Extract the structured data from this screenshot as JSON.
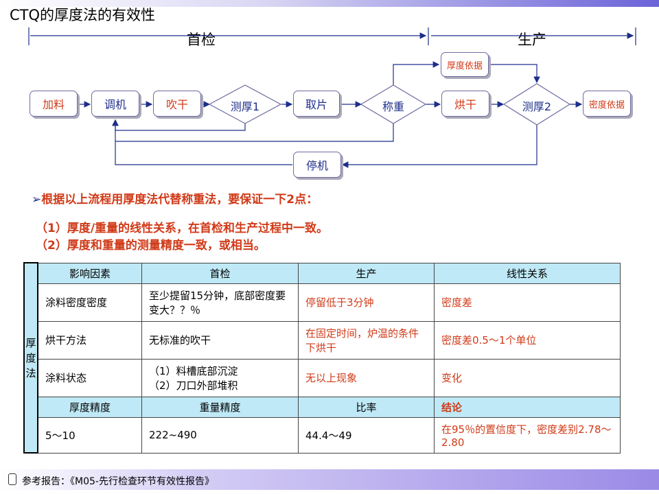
{
  "title": "CTQ的厚度法的有效性",
  "phases": {
    "first": "首检",
    "production": "生产"
  },
  "flow": {
    "feed": "加料",
    "adjust": "调机",
    "dry": "吹干",
    "measure1": "测厚1",
    "sample": "取片",
    "weigh": "称重",
    "bake": "烘干",
    "measure2": "测厚2",
    "thickness_basis": "厚度依据",
    "density_basis": "密度依据",
    "stop": "停机"
  },
  "bullet": "根据以上流程用厚度法代替称重法，要保证一下2点：",
  "points": [
    "（1）厚度/重量的线性关系，在首检和生产过程中一致。",
    "（2）厚度和重量的测量精度一致，或相当。"
  ],
  "table": {
    "side_label": "厚\n度\n法",
    "headers": [
      "影响因素",
      "首检",
      "生产",
      "线性关系"
    ],
    "rows": [
      {
        "factor": "涂料密度密度",
        "first": "至少提留15分钟，底部密度要变大？？％",
        "production": "停留低于3分钟",
        "linear": "密度差"
      },
      {
        "factor": "烘干方法",
        "first": "无标准的吹干",
        "production": "在固定时间，炉温的条件下烘干",
        "linear": "密度差0.5～1个单位"
      },
      {
        "factor": "涂料状态",
        "first": "（1）料槽底部沉淀\n（2）刀口外部堆积",
        "production": "无以上现象",
        "linear": "变化"
      }
    ],
    "precision_headers": [
      "厚度精度",
      "重量精度",
      "比率",
      "结论"
    ],
    "precision_row": {
      "thickness": "5～10",
      "weight": "222~490",
      "ratio": "44.4～49",
      "conclusion": "在95％的置信度下，密度差别2.78～2.80"
    }
  },
  "footer": "参考报告：《M05-先行检查环节有效性报告》"
}
